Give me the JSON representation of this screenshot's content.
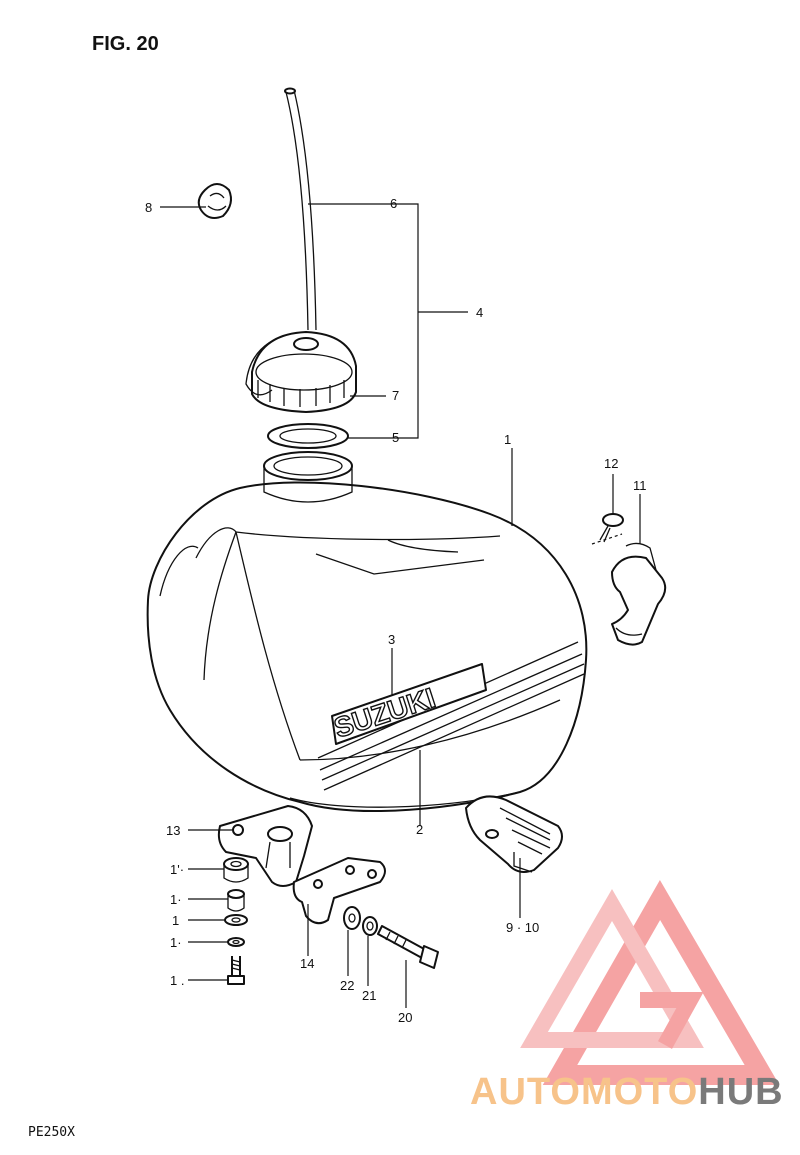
{
  "figure": {
    "title": "FIG. 20",
    "model": "PE250X",
    "tank_logo": "SUZUKI"
  },
  "callouts": [
    {
      "id": "c-1",
      "label": "1"
    },
    {
      "id": "c-2",
      "label": "2"
    },
    {
      "id": "c-3",
      "label": "3"
    },
    {
      "id": "c-4",
      "label": "4"
    },
    {
      "id": "c-5",
      "label": "5"
    },
    {
      "id": "c-6",
      "label": "6"
    },
    {
      "id": "c-7",
      "label": "7"
    },
    {
      "id": "c-8",
      "label": "8"
    },
    {
      "id": "c-9-10",
      "label": "9 · 10"
    },
    {
      "id": "c-11",
      "label": "11"
    },
    {
      "id": "c-12",
      "label": "12"
    },
    {
      "id": "c-13",
      "label": "13"
    },
    {
      "id": "c-14",
      "label": "14"
    },
    {
      "id": "c-15",
      "label": "1'·"
    },
    {
      "id": "c-16",
      "label": "1·"
    },
    {
      "id": "c-17",
      "label": "1"
    },
    {
      "id": "c-18",
      "label": "1·"
    },
    {
      "id": "c-19",
      "label": "1 ."
    },
    {
      "id": "c-20",
      "label": "20"
    },
    {
      "id": "c-21",
      "label": "21"
    },
    {
      "id": "c-22",
      "label": "22"
    }
  ],
  "watermark": {
    "text_part1": "AUTOMOTO",
    "text_part2": "HUB",
    "color_main": "#f5a3a3",
    "color_accent": "#f7c38a",
    "color_dark": "#7a7a7a"
  }
}
